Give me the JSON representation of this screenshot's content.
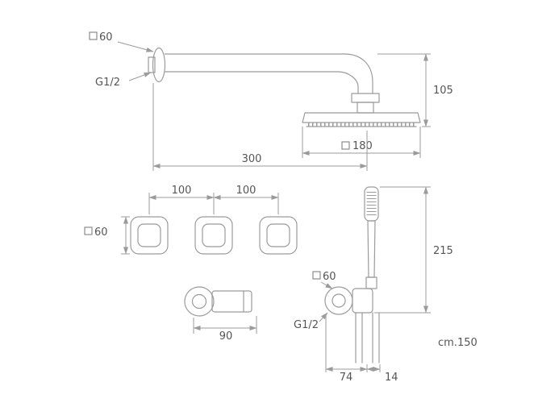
{
  "drawing": {
    "top_assembly": {
      "flange_size_label": "60",
      "thread_label": "G1/2",
      "height_label": "105",
      "head_size_label": "180",
      "projection_label": "300"
    },
    "valves": {
      "spacing_label_1": "100",
      "spacing_label_2": "100",
      "size_label": "60"
    },
    "spout": {
      "projection_label": "90"
    },
    "hand_shower": {
      "outlet_size_label": "60",
      "thread_label": "G1/2",
      "height_label": "215",
      "hose_length_label": "cm.150",
      "outlet_offset_label": "74",
      "hose_offset_label": "14"
    }
  }
}
